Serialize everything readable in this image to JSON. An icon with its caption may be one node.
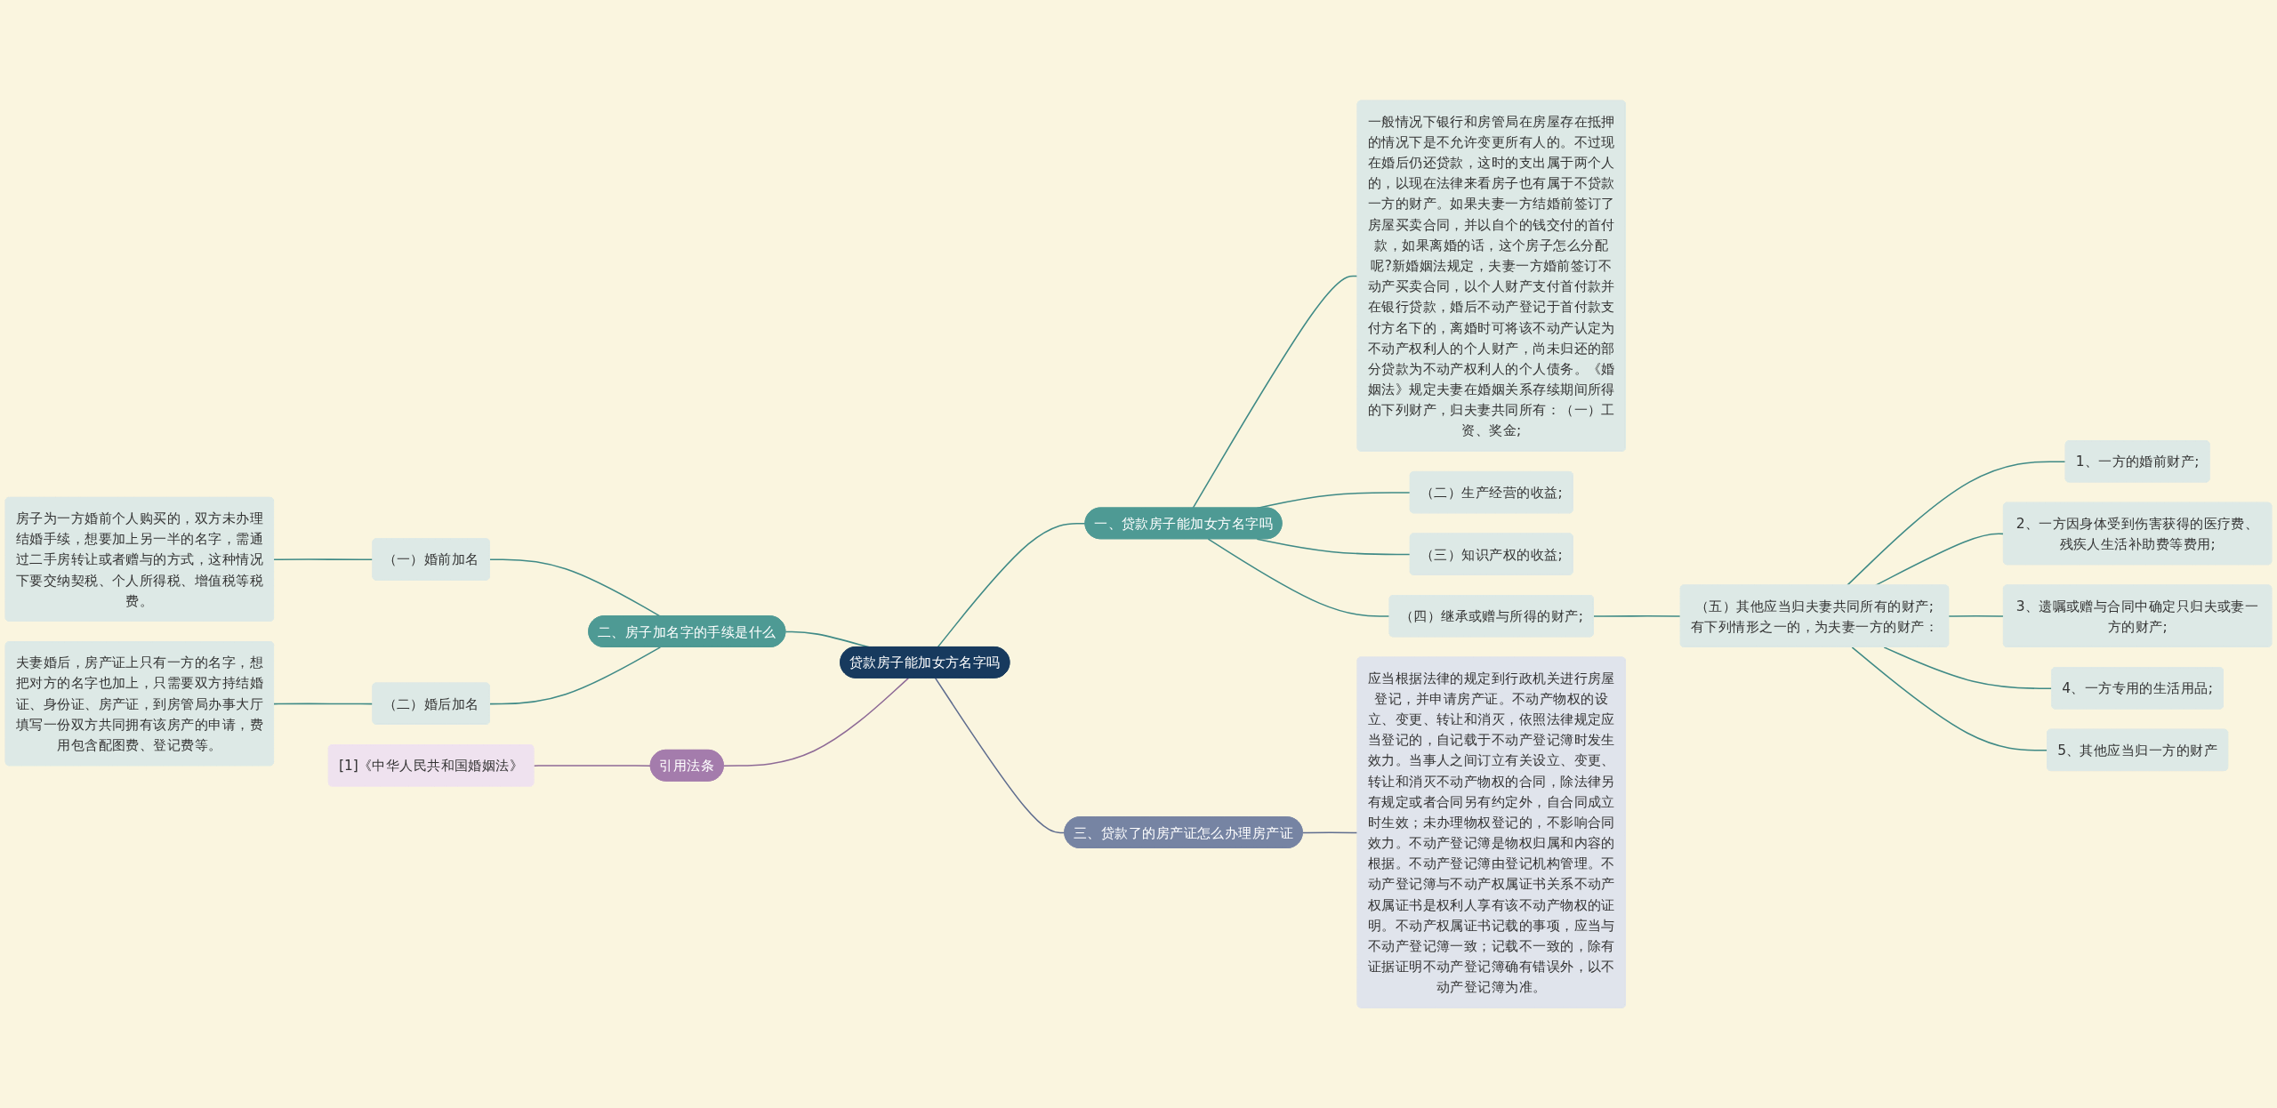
{
  "diagram": {
    "nodes": [
      {
        "text": [
          "贷款房子能加女方名字吗"
        ]
      },
      {
        "text": [
          "一、贷款房子能加女方名字吗"
        ]
      },
      {
        "text": [
          "一般情况下银行和房管局在房屋存在抵押的情况下是不允许变更所有人的。不过现在婚后仍还贷款，这时的支出属于两个人的，以现在法律来看房子也有属于不贷款一方的财产。如果夫妻一方结婚前签订了房屋买卖合同，并以自个的钱交付的首付款，如果离婚的话，这个房子怎么分配呢?新婚姻法规定，夫妻一方婚前签订不动产买卖合同，以个人财产支付首付款并在银行贷款，婚后不动产登记于首付款支付方名下的，离婚时可将该不动产认定为不动产权利人的个人财产，尚未归还的部分贷款为不动产权利人的个人债务。《婚姻法》规定夫妻在婚姻关系存续期间所得的下列财产，归夫妻共同所有：（一）工资、奖金;"
        ]
      },
      {
        "text": [
          "（二）生产经营的收益;"
        ]
      },
      {
        "text": [
          "（三）知识产权的收益;"
        ]
      },
      {
        "text": [
          "（四）继承或赠与所得的财产;"
        ]
      },
      {
        "text": [
          "（五）其他应当归夫妻共同所有的财产;有下列情形之一的，为夫妻一方的财产："
        ]
      },
      {
        "text": [
          "1、一方的婚前财产;"
        ]
      },
      {
        "text": [
          "2、一方因身体受到伤害获得的医疗费、残疾人生活补助费等费用;"
        ]
      },
      {
        "text": [
          "3、遗嘱或赠与合同中确定只归夫或妻一方的财产;"
        ]
      },
      {
        "text": [
          "4、一方专用的生活用品;"
        ]
      },
      {
        "text": [
          "5、其他应当归一方的财产"
        ]
      },
      {
        "text": [
          "二、房子加名字的手续是什么"
        ]
      },
      {
        "text": [
          "（一）婚前加名"
        ]
      },
      {
        "text": [
          "房子为一方婚前个人购买的，双方未办理结婚手续，想要加上另一半的名字，需通过二手房转让或者赠与的方式，这种情况下要交纳契税、个人所得税、增值税等税费。"
        ]
      },
      {
        "text": [
          "（二）婚后加名"
        ]
      },
      {
        "text": [
          "夫妻婚后，房产证上只有一方的名字，想把对方的名字也加上，只需要双方持结婚证、身份证、房产证，到房管局办事大厅填写一份双方共同拥有该房产的申请，费用包含配图费、登记费等。"
        ]
      },
      {
        "text": [
          "引用法条"
        ]
      },
      {
        "text": [
          "[1]《中华人民共和国婚姻法》"
        ]
      },
      {
        "text": [
          "三、贷款了的房产证怎么办理房产证"
        ]
      },
      {
        "text": [
          "应当根据法律的规定到行政机关进行房屋登记，并申请房产证。不动产物权的设立、变更、转让和消灭，依照法律规定应当登记的，自记载于不动产登记簿时发生效力。当事人之间订立有关设立、变更、转让和消灭不动产物权的合同，除法律另有规定或者合同另有约定外，自合同成立时生效；未办理物权登记的，不影响合同效力。不动产登记簿是物权归属和内容的根据。不动产登记簿由登记机构管理。不动产登记簿与不动产权属证书关系不动产权属证书是权利人享有该不动产物权的证明。不动产权属证书记载的事项，应当与不动产登记簿一致；记载不一致的，除有证据证明不动产登记簿确有错误外，以不动产登记簿为准。"
        ]
      }
    ],
    "edges": [
      {
        "from": 0,
        "to": 1,
        "arrow": "none"
      },
      {
        "from": 1,
        "to": 2,
        "arrow": "none"
      },
      {
        "from": 1,
        "to": 3,
        "arrow": "none"
      },
      {
        "from": 1,
        "to": 4,
        "arrow": "none"
      },
      {
        "from": 1,
        "to": 5,
        "arrow": "none"
      },
      {
        "from": 5,
        "to": 6,
        "arrow": "none"
      },
      {
        "from": 6,
        "to": 7,
        "arrow": "none"
      },
      {
        "from": 6,
        "to": 8,
        "arrow": "none"
      },
      {
        "from": 6,
        "to": 9,
        "arrow": "none"
      },
      {
        "from": 6,
        "to": 10,
        "arrow": "none"
      },
      {
        "from": 6,
        "to": 11,
        "arrow": "none"
      },
      {
        "from": 0,
        "to": 12,
        "arrow": "none"
      },
      {
        "from": 12,
        "to": 13,
        "arrow": "none"
      },
      {
        "from": 13,
        "to": 14,
        "arrow": "none"
      },
      {
        "from": 12,
        "to": 15,
        "arrow": "none"
      },
      {
        "from": 15,
        "to": 16,
        "arrow": "none"
      },
      {
        "from": 0,
        "to": 17,
        "arrow": "none",
        "color": "#8e6a96"
      },
      {
        "from": 17,
        "to": 18,
        "arrow": "none",
        "color": "#8e6a96"
      },
      {
        "from": 0,
        "to": 19,
        "arrow": "none",
        "color": "#5f6d8f"
      },
      {
        "from": 19,
        "to": 20,
        "arrow": "none",
        "color": "#5f6d8f"
      }
    ]
  }
}
